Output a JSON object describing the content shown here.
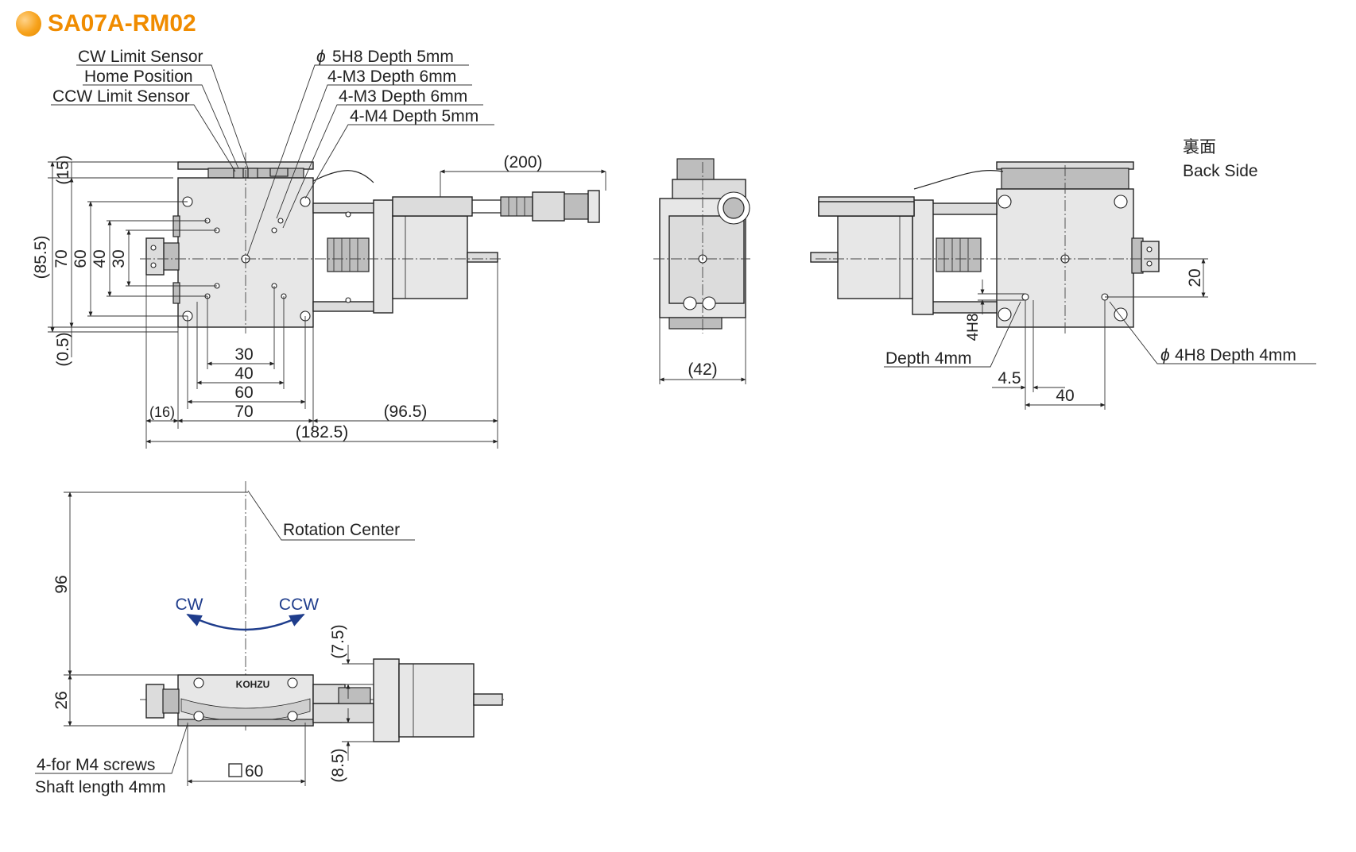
{
  "title": "SA07A-RM02",
  "colors": {
    "accent": "#f08c00",
    "rotation": "#1f3d8c"
  },
  "top_view": {
    "callouts": [
      "CW Limit Sensor",
      "Home Position",
      "CCW Limit Sensor"
    ],
    "hole_callouts": [
      "5H8 Depth 5mm",
      "4-M3 Depth 6mm",
      "4-M3 Depth 6mm",
      "4-M4 Depth 5mm"
    ],
    "phi": "ϕ",
    "dims_left": [
      "(15)",
      "(85.5)",
      "70",
      "60",
      "40",
      "30",
      "(0.5)"
    ],
    "dims_bottom": [
      "30",
      "40",
      "60",
      "70",
      "(16)",
      "(96.5)",
      "(182.5)"
    ],
    "cable": "(200)"
  },
  "side_view": {
    "width": "(42)"
  },
  "back_view": {
    "title_jp": "裏面",
    "title_en": "Back Side",
    "dim_right": "20",
    "hole_left_dim": "4H8",
    "hole_left_depth": "Depth 4mm",
    "hole_right": "4H8 Depth 4mm",
    "phi": "ϕ",
    "dims_bottom": [
      "4.5",
      "40"
    ]
  },
  "front_view": {
    "rotation_center": "Rotation Center",
    "cw": "CW",
    "ccw": "CCW",
    "brand": "KOHZU",
    "dims_left": [
      "96",
      "26"
    ],
    "dims_right": [
      "(7.5)",
      "(8.5)"
    ],
    "width": "60",
    "screws_line1": "4-for M4 screws",
    "screws_line2": "Shaft length 4mm"
  }
}
